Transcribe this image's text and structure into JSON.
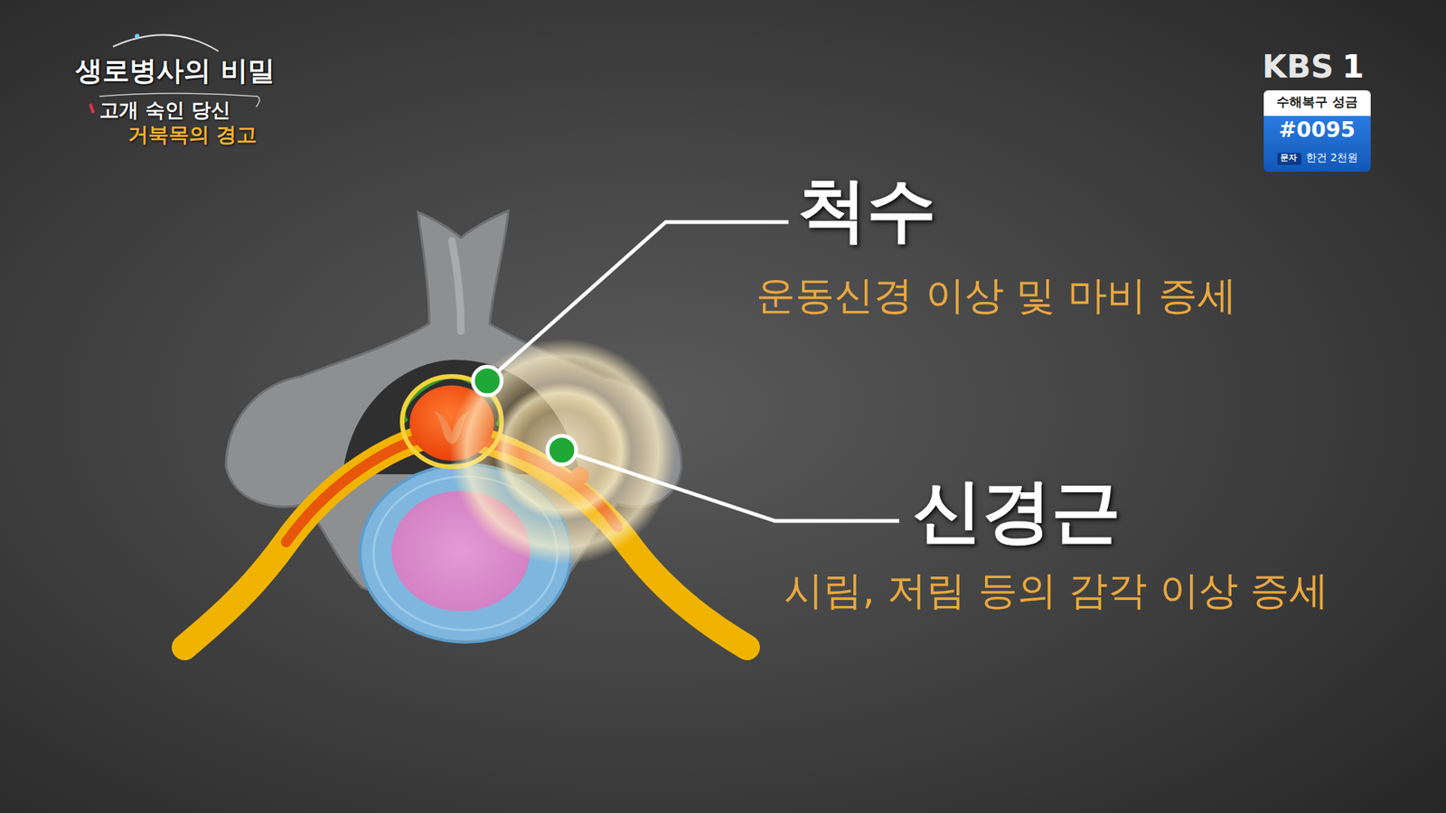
{
  "diagram": {
    "nodes": [
      {
        "text": [
          "수해복구 성금",
          "#0095",
          "한건 2천원"
        ]
      },
      {
        "text": [
          "문자"
        ],
        "in": 0
      }
    ],
    "labels": [
      "생로병사의 비밀",
      "고개 숙인 당신",
      "거북목의 경고",
      "KBS",
      "1",
      "척수",
      "운동신경 이상 및 마비 증세",
      "신경근",
      "시림, 저림 등의 감각 이상 증세"
    ]
  }
}
